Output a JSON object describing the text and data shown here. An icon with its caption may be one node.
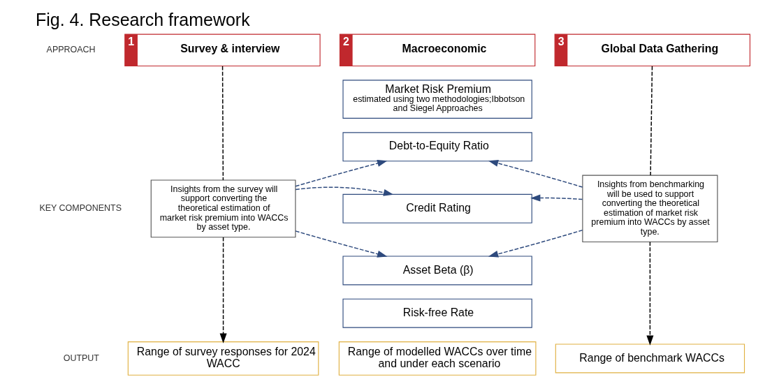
{
  "diagram": {
    "title": "Fig. 4. Research framework",
    "nodes": [
      {
        "text": [
          "1",
          "Survey & interview"
        ]
      },
      {
        "text": [
          "2",
          "Macroeconomic"
        ]
      },
      {
        "text": [
          "3",
          "Global Data Gathering"
        ]
      },
      {
        "text": [
          "Insights from the survey will support converting the theoretical estimation of market risk premium into WACCs by asset type."
        ]
      },
      {
        "text": [
          "Market Risk Premium",
          "estimated using two methodologies;Ibbotson and Siegel Approaches"
        ]
      },
      {
        "text": [
          "Debt-to-Equity Ratio"
        ]
      },
      {
        "text": [
          "Credit Rating"
        ]
      },
      {
        "text": [
          "Asset Beta (β)"
        ]
      },
      {
        "text": [
          "Risk-free Rate"
        ]
      },
      {
        "text": [
          "Insights from benchmarking will be used to support converting the theoretical estimation of market risk premium into WACCs by asset type."
        ]
      },
      {
        "text": [
          "Range of survey responses for 2024 WACC"
        ]
      },
      {
        "text": [
          "Range of modelled WACCs over time and under each scenario"
        ]
      },
      {
        "text": [
          "Range of benchmark WACCs"
        ]
      }
    ],
    "edges": [
      {
        "from": 0,
        "to": 3,
        "arrow": "none",
        "style": "dashed",
        "color": "#000000"
      },
      {
        "from": 3,
        "to": 10,
        "arrow": "to",
        "style": "dashed",
        "color": "#000000"
      },
      {
        "from": 3,
        "to": 5,
        "arrow": "to",
        "style": "dashed"
      },
      {
        "from": 3,
        "to": 6,
        "arrow": "to",
        "style": "dashed"
      },
      {
        "from": 3,
        "to": 7,
        "arrow": "to",
        "style": "dashed"
      },
      {
        "from": 2,
        "to": 9,
        "arrow": "none",
        "style": "dashed",
        "color": "#000000"
      },
      {
        "from": 9,
        "to": 12,
        "arrow": "to",
        "style": "dashed",
        "color": "#000000"
      },
      {
        "from": 9,
        "to": 5,
        "arrow": "to",
        "style": "dashed"
      },
      {
        "from": 9,
        "to": 6,
        "arrow": "to",
        "style": "dashed"
      },
      {
        "from": 9,
        "to": 7,
        "arrow": "to",
        "style": "dashed"
      }
    ],
    "labels": [
      "APPROACH",
      "KEY COMPONENTS",
      "OUTPUT"
    ]
  }
}
